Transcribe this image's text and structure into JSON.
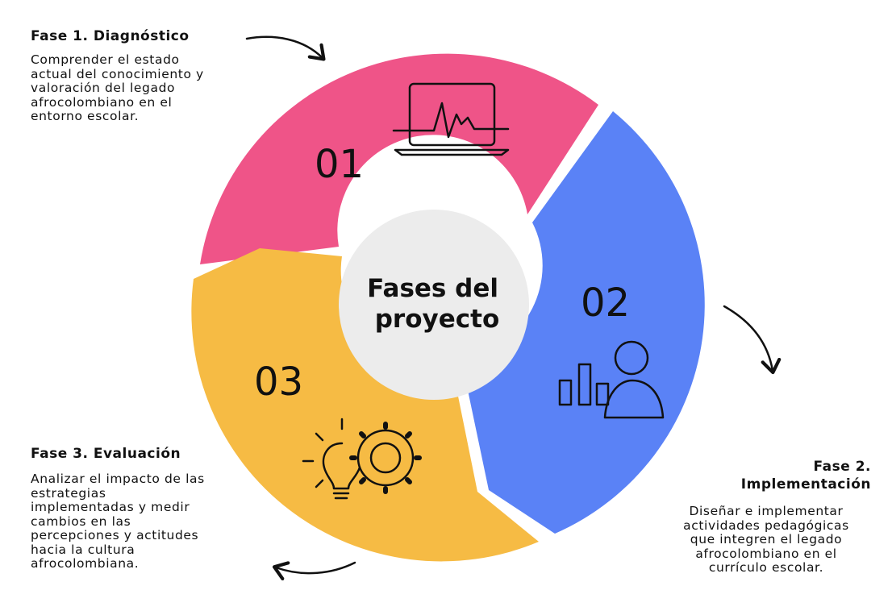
{
  "center_title": [
    "Fases del",
    "proyecto"
  ],
  "colors": {
    "phase1": "#ef5488",
    "phase2": "#5a82f6",
    "phase3": "#f6bb44",
    "center": "#ececec"
  },
  "phases": [
    {
      "number": "01",
      "title": "Fase 1.  Diagnóstico",
      "description": "Comprender el estado\nactual del conocimiento y\nvaloración del legado\nafrocolombiano en el\nentorno escolar.",
      "icon": "laptop-heartbeat-icon"
    },
    {
      "number": "02",
      "title": "Fase 2.\nImplementación",
      "description": "Diseñar e implementar\nactividades pedagógicas\nque integren el legado\nafrocolombiano en el\ncurrículo escolar.",
      "icon": "user-bar-chart-icon"
    },
    {
      "number": "03",
      "title": "Fase 3.  Evaluación",
      "description": " Analizar el impacto de las\nestrategias\nimplementadas y medir\ncambios en las\npercepciones y actitudes\nhacia la cultura\nafrocolombiana.",
      "icon": "lightbulb-gear-icon"
    }
  ]
}
